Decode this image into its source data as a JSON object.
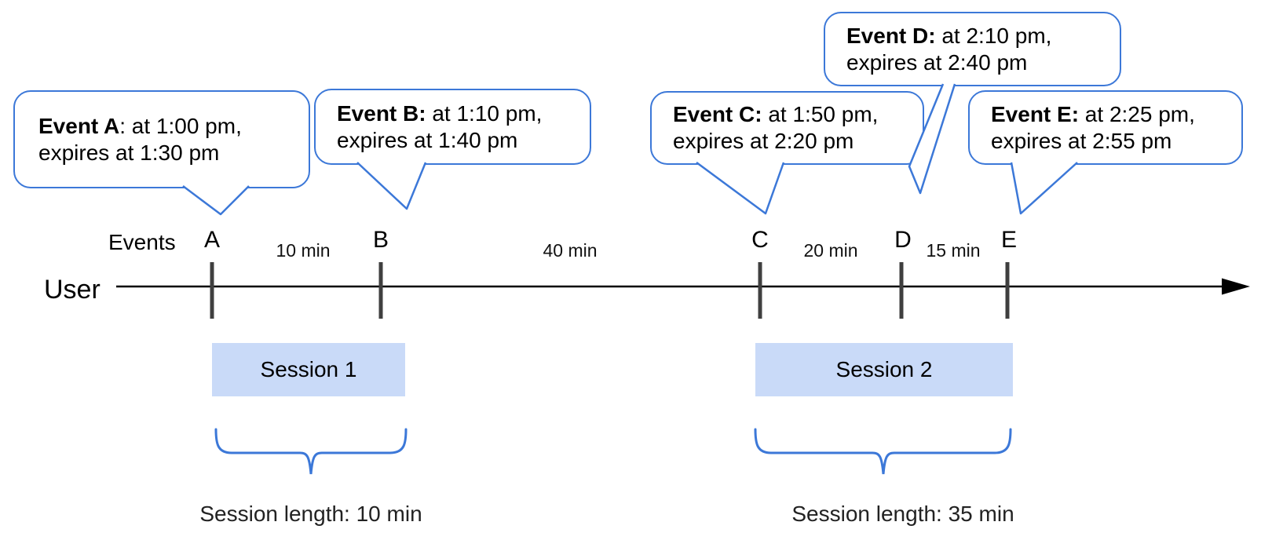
{
  "colors": {
    "accent_blue": "#3c78d8",
    "session_fill": "#c9daf8",
    "tick_gray": "#3f3f3f",
    "timeline_black": "#000000"
  },
  "labels": {
    "user": "User",
    "events": "Events"
  },
  "bubbles": {
    "a": {
      "title": "Event A",
      "line1_rest": ": at 1:00 pm,",
      "line2": "expires at 1:30 pm"
    },
    "b": {
      "title": "Event B:",
      "line1_rest": " at 1:10 pm,",
      "line2": "expires at 1:40 pm"
    },
    "c": {
      "title": "Event C:",
      "line1_rest": " at 1:50 pm,",
      "line2": "expires at 2:20 pm"
    },
    "d": {
      "title": "Event D:",
      "line1_rest": " at 2:10 pm,",
      "line2": "expires at 2:40 pm"
    },
    "e": {
      "title": "Event E:",
      "line1_rest": " at 2:25 pm,",
      "line2": "expires at 2:55 pm"
    }
  },
  "markers": {
    "a": "A",
    "b": "B",
    "c": "C",
    "d": "D",
    "e": "E"
  },
  "intervals": {
    "ab": "10 min",
    "bc": "40 min",
    "cd": "20 min",
    "de": "15 min"
  },
  "sessions": {
    "s1": {
      "label": "Session 1",
      "length": "Session length: 10 min"
    },
    "s2": {
      "label": "Session 2",
      "length": "Session length: 35 min"
    }
  }
}
